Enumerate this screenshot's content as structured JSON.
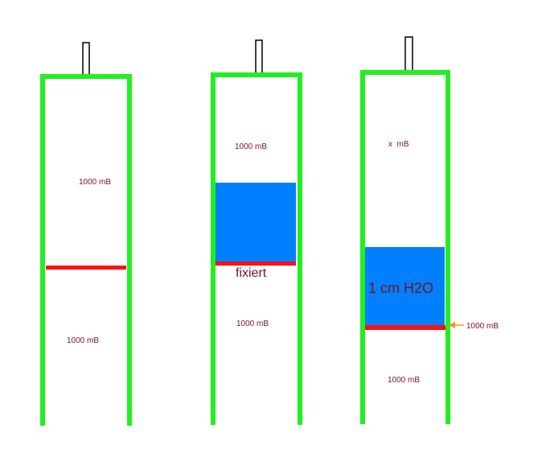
{
  "colors": {
    "tube": "#22ee22",
    "piston": "#ff1010",
    "water": "#0080ff",
    "text": "#7a1020",
    "arrow": "#ff9020",
    "handle": "#000000"
  },
  "icons": {
    "handle": "handle-icon",
    "arrow": "arrow-left-icon"
  },
  "tube1": {
    "upper_pressure": "1000 mB",
    "lower_pressure": "1000 mB"
  },
  "tube2": {
    "upper_pressure": "1000 mB",
    "piston_label": "fixiert",
    "lower_pressure": "1000 mB"
  },
  "tube3": {
    "upper_pressure": "x  mB",
    "water_label": "1 cm H2O",
    "arrow_pressure": "1000 mB",
    "lower_pressure": "1000 mB"
  }
}
